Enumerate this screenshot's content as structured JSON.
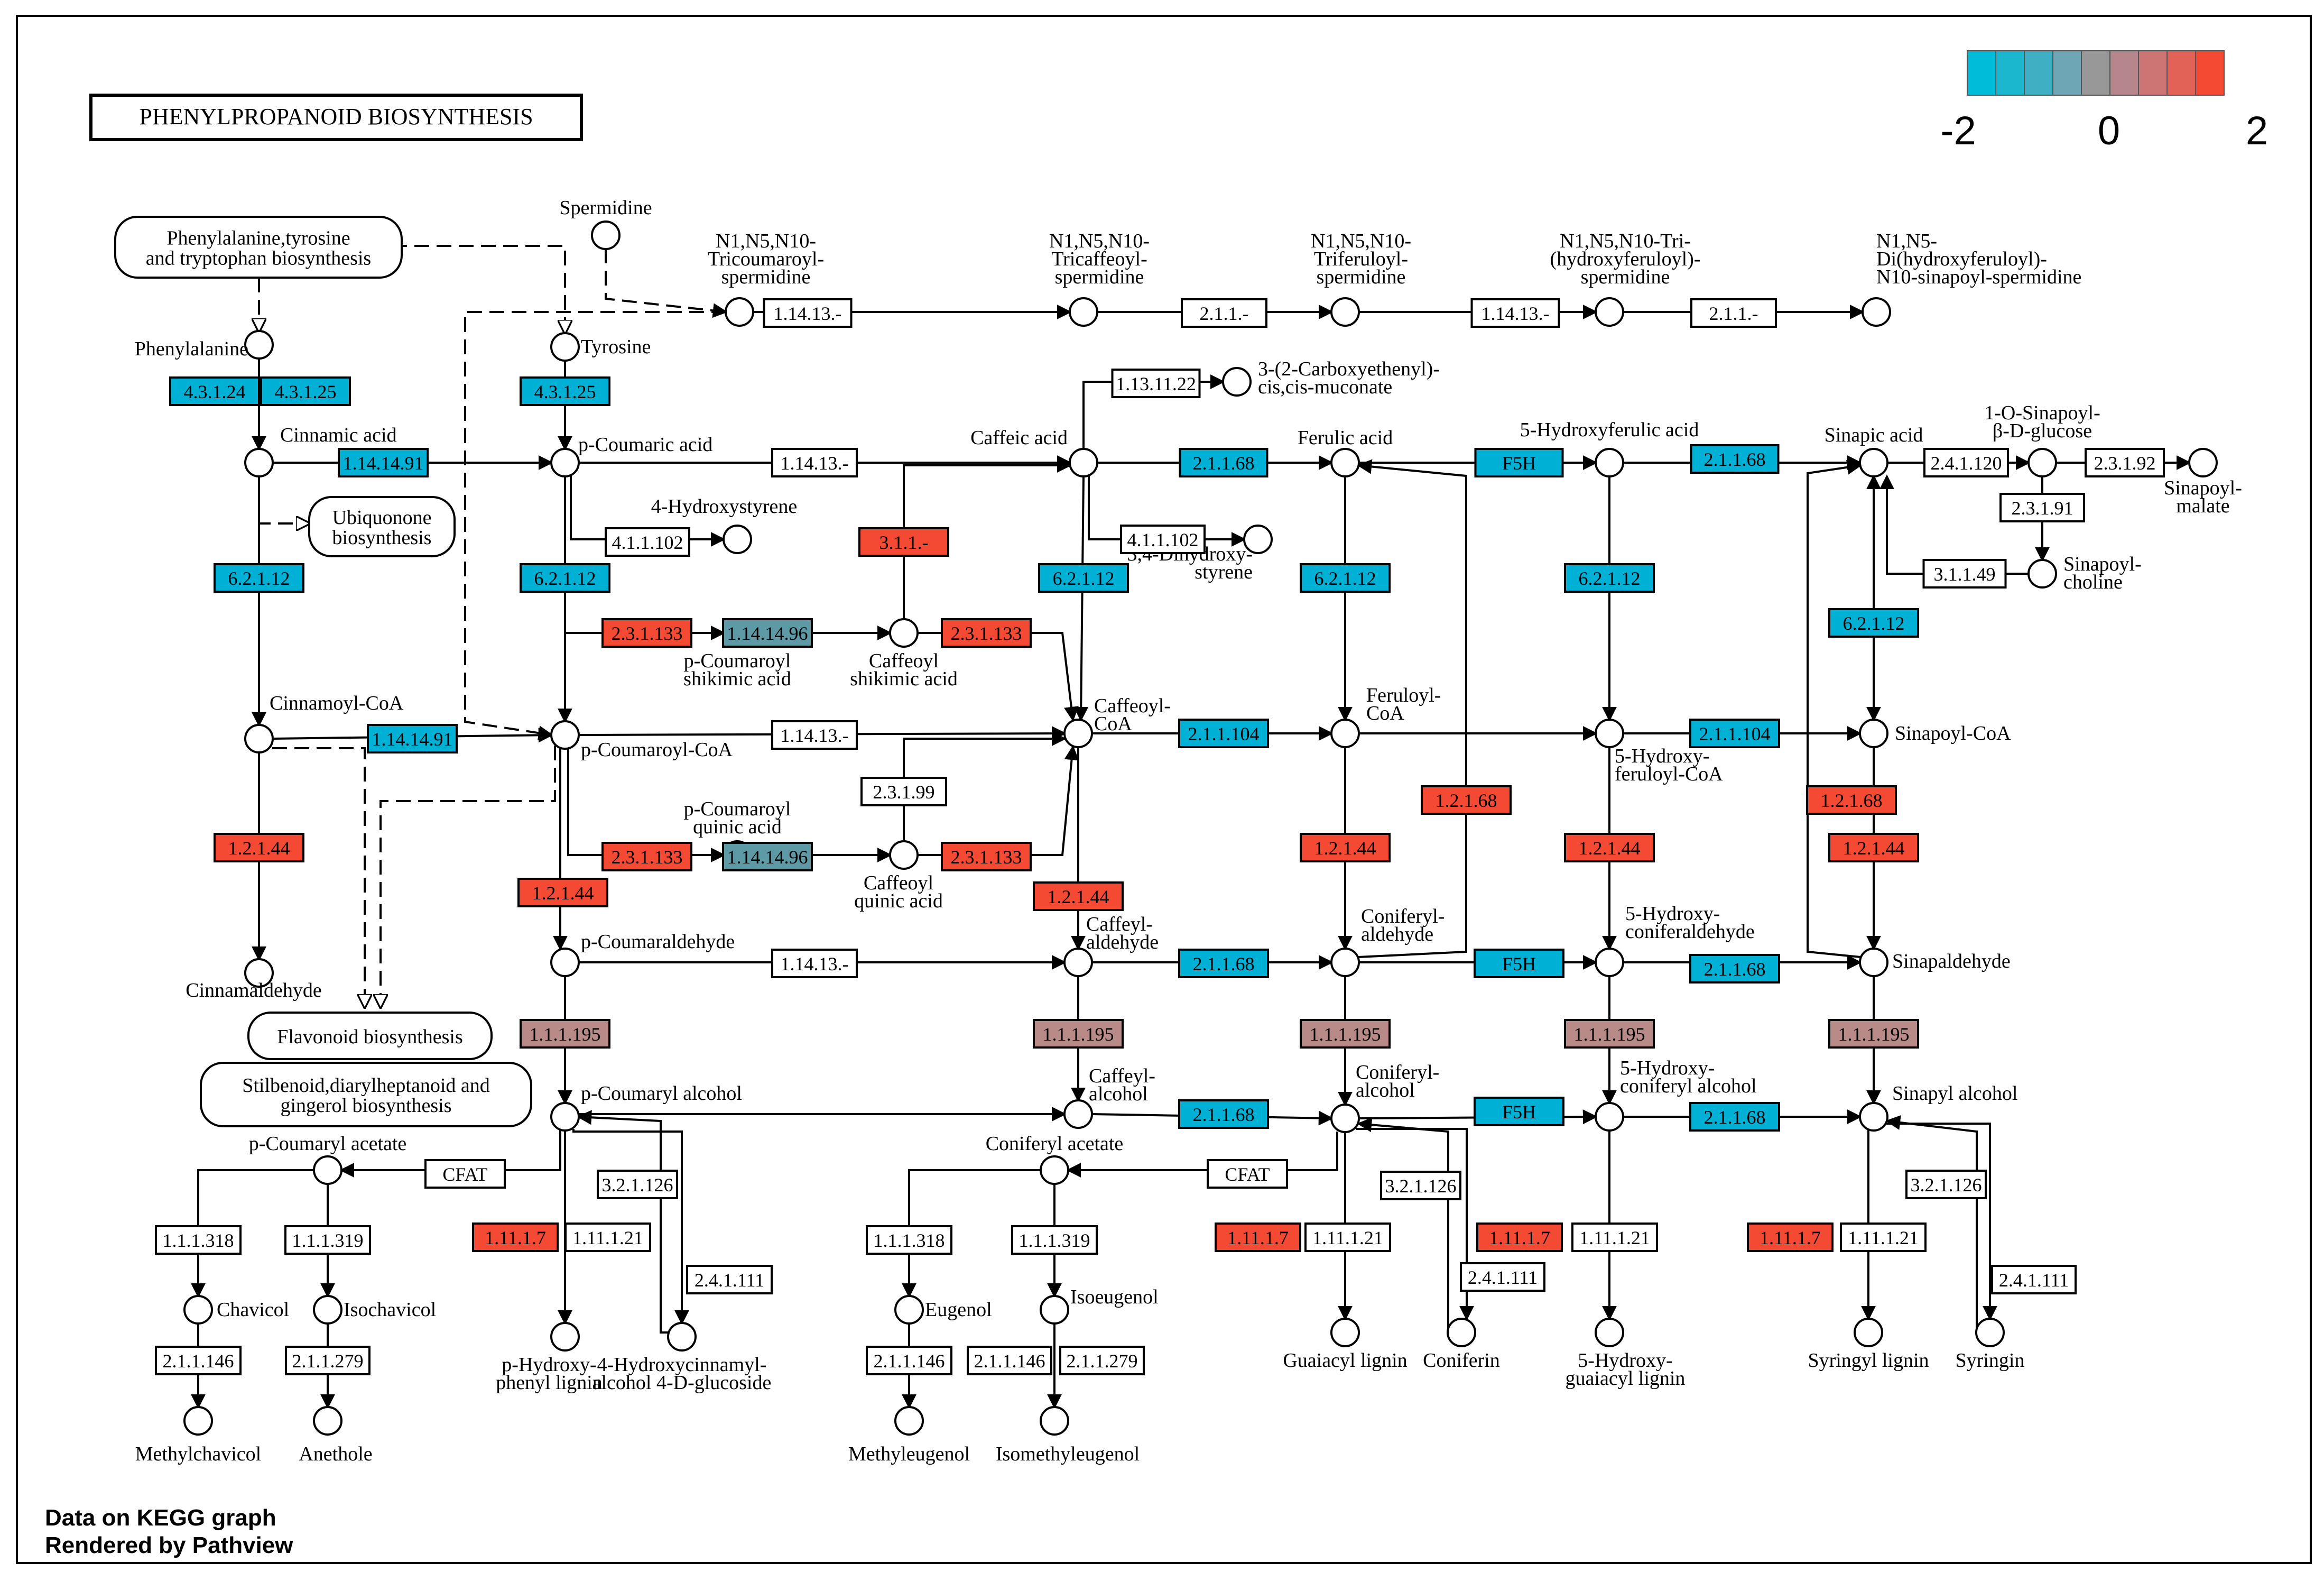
{
  "title": "PHENYLPROPANOID  BIOSYNTHESIS",
  "footer": {
    "line1": "Data on KEGG graph",
    "line2": "Rendered by Pathview"
  },
  "legend": {
    "min_label": "-2",
    "mid_label": "0",
    "max_label": "2",
    "colors": [
      "#00bcd8",
      "#1bb7cf",
      "#3fb0c4",
      "#6ea6b5",
      "#989898",
      "#b5868b",
      "#cc7574",
      "#e36257",
      "#f44a33"
    ]
  },
  "status_colors": {
    "up": "#f44a33",
    "down": "#00b1d5",
    "mid_blue": "#5d9aa6",
    "neutral_pink": "#b88b88",
    "none": "#ffffff"
  },
  "pathways": [
    {
      "id": "pw1",
      "label": "Phenylalanine,tyrosine\nand tryptophan biosynthesis"
    },
    {
      "id": "pw2",
      "label": "Ubiquonone\nbiosynthesis"
    },
    {
      "id": "pw3",
      "label": "Flavonoid biosynthesis"
    },
    {
      "id": "pw4",
      "label": "Stilbenoid,diarylheptanoid and\ngingerol biosynthesis"
    }
  ],
  "compounds": [
    {
      "id": "c1",
      "label": "Phenylalanine"
    },
    {
      "id": "c2",
      "label": "Spermidine"
    },
    {
      "id": "c3",
      "label": "Tyrosine"
    },
    {
      "id": "c4",
      "label": "N1,N5,N10-\nTricoumaroyl-\nspermidine"
    },
    {
      "id": "c5",
      "label": "N1,N5,N10-\nTricaffeoyl-\nspermidine"
    },
    {
      "id": "c6",
      "label": "N1,N5,N10-\nTriferuloyl-\nspermidine"
    },
    {
      "id": "c7",
      "label": "N1,N5,N10-Tri-\n(hydroxyferuloyl)-\nspermidine"
    },
    {
      "id": "c8",
      "label": "N1,N5-\nDi(hydroxyferuloyl)-\nN10-sinapoyl-spermidine"
    },
    {
      "id": "c9",
      "label": "3-(2-Carboxyethenyl)-\ncis,cis-muconate"
    },
    {
      "id": "c10",
      "label": "Cinnamic acid"
    },
    {
      "id": "c11",
      "label": "p-Coumaric acid"
    },
    {
      "id": "c12",
      "label": "Caffeic acid"
    },
    {
      "id": "c13",
      "label": "Ferulic acid"
    },
    {
      "id": "c14",
      "label": "5-Hydroxyferulic acid"
    },
    {
      "id": "c15",
      "label": "Sinapic acid"
    },
    {
      "id": "c16",
      "label": "1-O-Sinapoyl-\nβ-D-glucose"
    },
    {
      "id": "c17",
      "label": "Sinapoyl-\nmalate"
    },
    {
      "id": "c18",
      "label": "4-Hydroxystyrene"
    },
    {
      "id": "c19",
      "label": "3,4-Dihydroxy-\nstyrene"
    },
    {
      "id": "c20",
      "label": "Sinapoyl-\ncholine"
    },
    {
      "id": "c21",
      "label": "p-Coumaroyl\nshikimic acid"
    },
    {
      "id": "c22",
      "label": "Caffeoyl\nshikimic acid"
    },
    {
      "id": "c23",
      "label": "Cinnamoyl-CoA"
    },
    {
      "id": "c24",
      "label": "p-Coumaroyl-CoA"
    },
    {
      "id": "c25",
      "label": "Caffeoyl-\nCoA"
    },
    {
      "id": "c26",
      "label": "Feruloyl-\nCoA"
    },
    {
      "id": "c27",
      "label": "5-Hydroxy-\nferuloyl-CoA"
    },
    {
      "id": "c28",
      "label": "Sinapoyl-CoA"
    },
    {
      "id": "c29",
      "label": "p-Coumaroyl\nquinic acid"
    },
    {
      "id": "c30",
      "label": "Caffeoyl\nquinic acid"
    },
    {
      "id": "c31",
      "label": "Cinnamaldehyde"
    },
    {
      "id": "c32",
      "label": "p-Coumaraldehyde"
    },
    {
      "id": "c33",
      "label": "Caffeyl-\naldehyde"
    },
    {
      "id": "c34",
      "label": "Coniferyl-\naldehyde"
    },
    {
      "id": "c35",
      "label": "5-Hydroxy-\nconiferaldehyde"
    },
    {
      "id": "c36",
      "label": "Sinapaldehyde"
    },
    {
      "id": "c37",
      "label": "p-Coumaryl alcohol"
    },
    {
      "id": "c38",
      "label": "Caffeyl-\nalcohol"
    },
    {
      "id": "c39",
      "label": "Coniferyl-\nalcohol"
    },
    {
      "id": "c40",
      "label": "5-Hydroxy-\nconiferyl alcohol"
    },
    {
      "id": "c41",
      "label": "Sinapyl alcohol"
    },
    {
      "id": "c42",
      "label": "p-Coumaryl acetate"
    },
    {
      "id": "c43",
      "label": "Coniferyl acetate"
    },
    {
      "id": "c44",
      "label": "Chavicol"
    },
    {
      "id": "c45",
      "label": "Isochavicol"
    },
    {
      "id": "c46",
      "label": "Eugenol"
    },
    {
      "id": "c47",
      "label": "Isoeugenol"
    },
    {
      "id": "c48",
      "label": "Methylchavicol"
    },
    {
      "id": "c49",
      "label": "Anethole"
    },
    {
      "id": "c50",
      "label": "Methyleugenol"
    },
    {
      "id": "c51",
      "label": "Isomethyleugenol"
    },
    {
      "id": "c52",
      "label": "p-Hydroxy-\nphenyl lignin"
    },
    {
      "id": "c53",
      "label": "4-Hydroxycinnamyl-\nalcohol 4-D-glucoside"
    },
    {
      "id": "c54",
      "label": "Guaiacyl lignin"
    },
    {
      "id": "c55",
      "label": "Coniferin"
    },
    {
      "id": "c56",
      "label": "5-Hydroxy-\nguaiacyl lignin"
    },
    {
      "id": "c57",
      "label": "Syringyl lignin"
    },
    {
      "id": "c58",
      "label": "Syringin"
    }
  ],
  "enzymes": [
    {
      "id": "e1",
      "label": "4.3.1.24",
      "status": "down"
    },
    {
      "id": "e2",
      "label": "4.3.1.25",
      "status": "down"
    },
    {
      "id": "e3",
      "label": "4.3.1.25",
      "status": "down"
    },
    {
      "id": "e4",
      "label": "1.14.13.-",
      "status": "none"
    },
    {
      "id": "e5",
      "label": "2.1.1.-",
      "status": "none"
    },
    {
      "id": "e6",
      "label": "1.14.13.-",
      "status": "none"
    },
    {
      "id": "e7",
      "label": "2.1.1.-",
      "status": "none"
    },
    {
      "id": "e8",
      "label": "1.13.11.22",
      "status": "none"
    },
    {
      "id": "e9",
      "label": "1.14.14.91",
      "status": "down"
    },
    {
      "id": "e10",
      "label": "1.14.13.-",
      "status": "none"
    },
    {
      "id": "e11",
      "label": "2.1.1.68",
      "status": "down"
    },
    {
      "id": "e12",
      "label": "F5H",
      "status": "down"
    },
    {
      "id": "e13",
      "label": "2.1.1.68",
      "status": "down"
    },
    {
      "id": "e14",
      "label": "2.4.1.120",
      "status": "none"
    },
    {
      "id": "e15",
      "label": "2.3.1.92",
      "status": "none"
    },
    {
      "id": "e16",
      "label": "2.3.1.91",
      "status": "none"
    },
    {
      "id": "e17",
      "label": "3.1.1.49",
      "status": "none"
    },
    {
      "id": "e18",
      "label": "4.1.1.102",
      "status": "none"
    },
    {
      "id": "e19",
      "label": "3.1.1.-",
      "status": "up"
    },
    {
      "id": "e20",
      "label": "4.1.1.102",
      "status": "none"
    },
    {
      "id": "e21",
      "label": "6.2.1.12",
      "status": "down"
    },
    {
      "id": "e22",
      "label": "6.2.1.12",
      "status": "down"
    },
    {
      "id": "e23",
      "label": "6.2.1.12",
      "status": "down"
    },
    {
      "id": "e24",
      "label": "6.2.1.12",
      "status": "down"
    },
    {
      "id": "e25",
      "label": "6.2.1.12",
      "status": "down"
    },
    {
      "id": "e26",
      "label": "6.2.1.12",
      "status": "down"
    },
    {
      "id": "e27",
      "label": "2.3.1.133",
      "status": "up"
    },
    {
      "id": "e28",
      "label": "1.14.14.96",
      "status": "mid_blue"
    },
    {
      "id": "e29",
      "label": "2.3.1.133",
      "status": "up"
    },
    {
      "id": "e30",
      "label": "1.14.14.91",
      "status": "down"
    },
    {
      "id": "e31",
      "label": "1.14.13.-",
      "status": "none"
    },
    {
      "id": "e32",
      "label": "2.1.1.104",
      "status": "down"
    },
    {
      "id": "e33",
      "label": "2.1.1.104",
      "status": "down"
    },
    {
      "id": "e34",
      "label": "2.3.1.99",
      "status": "none"
    },
    {
      "id": "e35",
      "label": "1.2.1.68",
      "status": "up"
    },
    {
      "id": "e36",
      "label": "1.2.1.68",
      "status": "up"
    },
    {
      "id": "e37",
      "label": "1.2.1.44",
      "status": "up"
    },
    {
      "id": "e38",
      "label": "2.3.1.133",
      "status": "up"
    },
    {
      "id": "e39",
      "label": "1.14.14.96",
      "status": "mid_blue"
    },
    {
      "id": "e40",
      "label": "2.3.1.133",
      "status": "up"
    },
    {
      "id": "e41",
      "label": "1.2.1.44",
      "status": "up"
    },
    {
      "id": "e42",
      "label": "1.2.1.44",
      "status": "up"
    },
    {
      "id": "e43",
      "label": "1.2.1.44",
      "status": "up"
    },
    {
      "id": "e44",
      "label": "1.2.1.44",
      "status": "up"
    },
    {
      "id": "e45",
      "label": "1.2.1.44",
      "status": "up"
    },
    {
      "id": "e46",
      "label": "1.14.13.-",
      "status": "none"
    },
    {
      "id": "e47",
      "label": "2.1.1.68",
      "status": "down"
    },
    {
      "id": "e48",
      "label": "F5H",
      "status": "down"
    },
    {
      "id": "e49",
      "label": "2.1.1.68",
      "status": "down"
    },
    {
      "id": "e50",
      "label": "1.1.1.195",
      "status": "neutral_pink"
    },
    {
      "id": "e51",
      "label": "1.1.1.195",
      "status": "neutral_pink"
    },
    {
      "id": "e52",
      "label": "1.1.1.195",
      "status": "neutral_pink"
    },
    {
      "id": "e53",
      "label": "1.1.1.195",
      "status": "neutral_pink"
    },
    {
      "id": "e54",
      "label": "1.1.1.195",
      "status": "neutral_pink"
    },
    {
      "id": "e55",
      "label": "2.1.1.68",
      "status": "down"
    },
    {
      "id": "e56",
      "label": "F5H",
      "status": "down"
    },
    {
      "id": "e57",
      "label": "2.1.1.68",
      "status": "down"
    },
    {
      "id": "e58",
      "label": "CFAT",
      "status": "none"
    },
    {
      "id": "e59",
      "label": "CFAT",
      "status": "none"
    },
    {
      "id": "e60",
      "label": "3.2.1.126",
      "status": "none"
    },
    {
      "id": "e61",
      "label": "3.2.1.126",
      "status": "none"
    },
    {
      "id": "e62",
      "label": "3.2.1.126",
      "status": "none"
    },
    {
      "id": "e63",
      "label": "1.1.1.318",
      "status": "none"
    },
    {
      "id": "e64",
      "label": "1.1.1.319",
      "status": "none"
    },
    {
      "id": "e65",
      "label": "1.1.1.318",
      "status": "none"
    },
    {
      "id": "e66",
      "label": "1.1.1.319",
      "status": "none"
    },
    {
      "id": "e67",
      "label": "1.11.1.7",
      "status": "up"
    },
    {
      "id": "e68",
      "label": "1.11.1.21",
      "status": "none"
    },
    {
      "id": "e69",
      "label": "1.11.1.7",
      "status": "up"
    },
    {
      "id": "e70",
      "label": "1.11.1.21",
      "status": "none"
    },
    {
      "id": "e71",
      "label": "1.11.1.7",
      "status": "up"
    },
    {
      "id": "e72",
      "label": "1.11.1.21",
      "status": "none"
    },
    {
      "id": "e73",
      "label": "1.11.1.7",
      "status": "up"
    },
    {
      "id": "e74",
      "label": "1.11.1.21",
      "status": "none"
    },
    {
      "id": "e75",
      "label": "2.4.1.111",
      "status": "none"
    },
    {
      "id": "e76",
      "label": "2.4.1.111",
      "status": "none"
    },
    {
      "id": "e77",
      "label": "2.4.1.111",
      "status": "none"
    },
    {
      "id": "e78",
      "label": "2.1.1.146",
      "status": "none"
    },
    {
      "id": "e79",
      "label": "2.1.1.279",
      "status": "none"
    },
    {
      "id": "e80",
      "label": "2.1.1.146",
      "status": "none"
    },
    {
      "id": "e81",
      "label": "2.1.1.146",
      "status": "none"
    },
    {
      "id": "e82",
      "label": "2.1.1.279",
      "status": "none"
    }
  ]
}
